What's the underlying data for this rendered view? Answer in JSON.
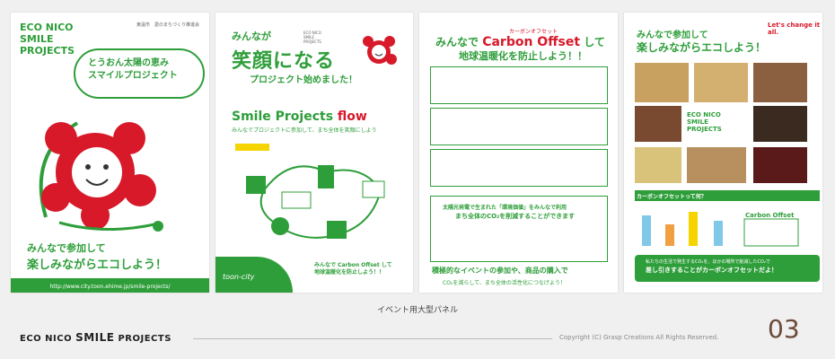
{
  "panel1": {
    "title_lines": [
      "ECO NICO",
      "SMILE",
      "PROJECTS"
    ],
    "org": "東温市　愛のまちづくり推進会",
    "subtitle_lines": [
      "とうおん太陽の恵み",
      "スマイルプロジェクト"
    ],
    "slogan1": "みんなで参加して",
    "slogan2": "楽しみながらエコしよう！",
    "url": "http://www.city.toon.ehime.jp/smile-projects/"
  },
  "panel2": {
    "tiny_lines": [
      "ECO NICO",
      "SMILE",
      "PROJECTS"
    ],
    "top": "みんなが",
    "big": "笑顔になる",
    "start": "プロジェクト始めました！",
    "flow_title": "Smile Projects",
    "flow_word": "flow",
    "flow_sub": "みんなでプロジェクトに参加して、まち全体を笑顔にしよう",
    "footer1": "みんなで Carbon Offset して",
    "footer2": "地球温暖化を防止しよう！！",
    "toon": "toon-city"
  },
  "panel3": {
    "small": "カーボンオフセット",
    "title_pre": "みんなで",
    "title_accent": "Carbon Offset",
    "title_post": "して",
    "subtitle": "地球温暖化を防止しよう！！",
    "mid1": "太陽光発電で生まれた「環境価値」をみんなで利用",
    "mid2": "まち全体のCO₂を削減することができます",
    "bottom": "積極的なイベントの参加や、商品の購入で",
    "bottom2": "CO₂を減らして、まち全体の活性化につなげよう！"
  },
  "panel4": {
    "t1": "みんなで参加して",
    "t2": "楽しみながらエコしよう！",
    "lets": "Let's change it all.",
    "eco_lines": [
      "ECO NICO",
      "SMILE",
      "PROJECTS"
    ],
    "bar": "カーボンオフセットって何？",
    "carbon": "Carbon Offset",
    "g1": "私たちの生活で発生するCO₂を、ほかの場所で削減したCO₂で",
    "g2": "差し引きすることがカーボンオフセットだよ！"
  },
  "caption": "イベント用大型パネル",
  "footer": {
    "brand_pre": "ECO NICO",
    "brand_mid": "SMILE",
    "brand_post": "PROJECTS",
    "copyright": "Copyright (C) Grasp Creations All Rights Reserved.",
    "page": "03"
  },
  "colors": {
    "green": "#2e9e3a",
    "red": "#d7192a",
    "page_number": "#6b4a3a"
  }
}
